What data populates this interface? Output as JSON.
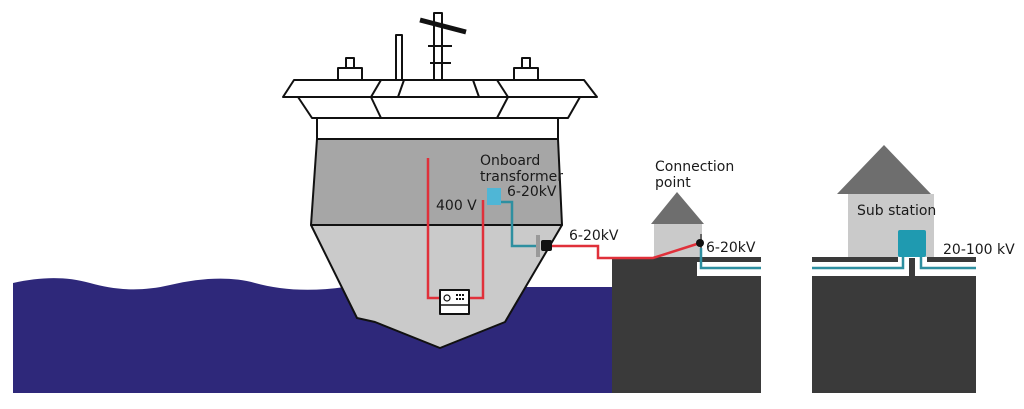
{
  "diagram": {
    "title": "Shore power connection overview",
    "colors": {
      "sea": "#2e287a",
      "ground": "#3a3a3a",
      "hull_upper": "#a6a6a6",
      "hull_lower": "#cacaca",
      "house_wall": "#cacaca",
      "roof": "#6e6e6e",
      "low_voltage_cable": "#e0303a",
      "high_voltage_cable": "#2e8fa0",
      "transformer": "#4fb6d6",
      "substation_transformer": "#1f9ab0"
    },
    "ship": {
      "labels": {
        "transformer_title_line1": "Onboard",
        "transformer_title_line2": "transformer",
        "transformer_hv": "6-20kV",
        "lv": "400 V",
        "outlet_hv": "6-20kV"
      }
    },
    "connection_point": {
      "title_line1": "Connection",
      "title_line2": "point",
      "voltage": "6-20kV"
    },
    "sub_station": {
      "title": "Sub station",
      "voltage": "20-100 kV"
    }
  }
}
